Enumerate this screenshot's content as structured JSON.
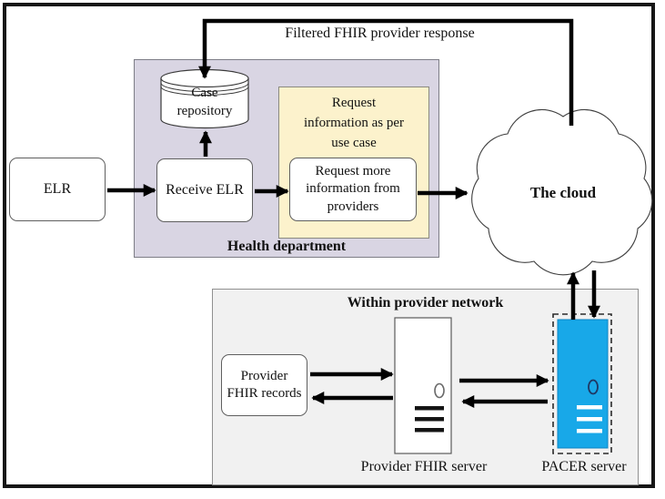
{
  "diagram": {
    "filtered_response_label": "Filtered FHIR provider response",
    "elr": {
      "label": "ELR"
    },
    "receive_elr": {
      "label": "Receive ELR"
    },
    "case_repository": {
      "label": "Case repository"
    },
    "health_department": {
      "label": "Health department",
      "request_info_label": "Request information as per use case",
      "request_more_label": "Request more information from providers"
    },
    "cloud": {
      "label": "The cloud"
    },
    "provider_network": {
      "label": "Within provider network",
      "records_label": "Provider FHIR records",
      "fhir_server_label": "Provider FHIR server",
      "pacer_server_label": "PACER server"
    },
    "colors": {
      "health_department_bg": "#d9d5e3",
      "request_info_bg": "#fcf2cc",
      "provider_network_bg": "#f1f1f1",
      "pacer_server_fill": "#18a8e8",
      "server_detail_dark": "#1f3864",
      "arrow_color": "#000000"
    }
  }
}
